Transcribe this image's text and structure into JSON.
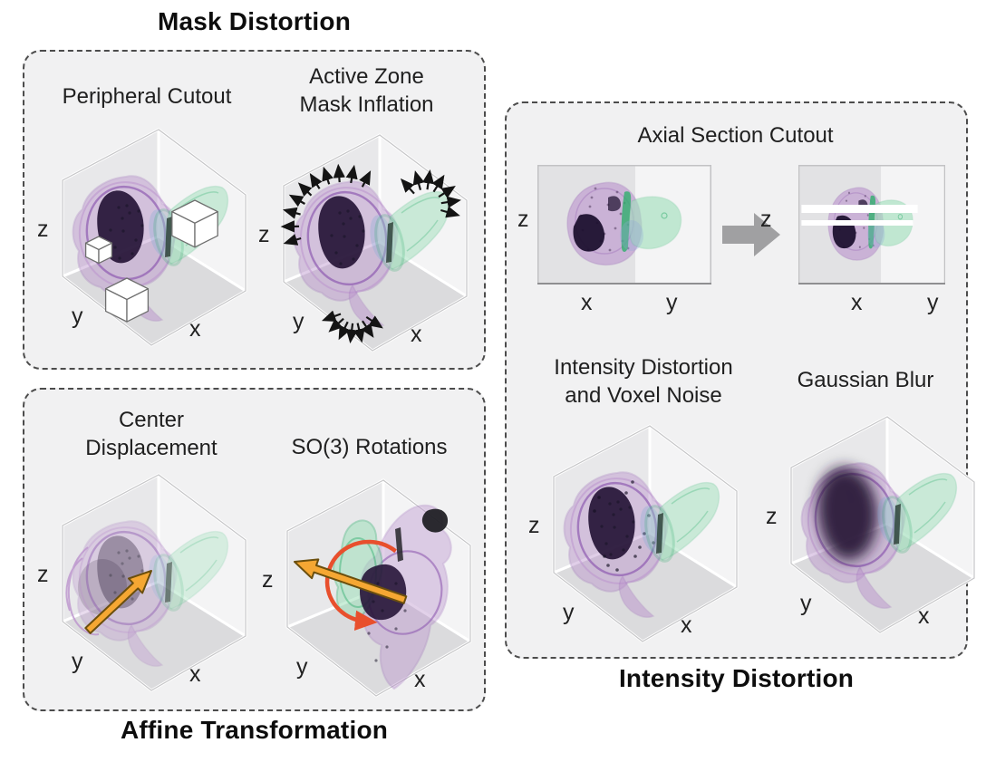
{
  "colors": {
    "panel_bg": "#f1f1f2",
    "dash_border": "#4c4c4c",
    "wall_left": "#e8e8ea",
    "wall_right": "#f4f4f5",
    "floor": "#dbdbdd",
    "purple_light": "#bb93cd",
    "purple_mid": "#8f5bb0",
    "purple_dark": "#271538",
    "green_light": "#9fdfba",
    "green_mid": "#2fae6d",
    "orange_arrow": "#f5a733",
    "red_arrow": "#e84f2d",
    "gray_arrow": "#a0a0a2",
    "cube_white": "#ffffff"
  },
  "panels": {
    "mask": {
      "title": "Mask Distortion",
      "items": [
        {
          "label": [
            "Peripheral Cutout"
          ],
          "variant": "peripheral-cutout",
          "axes": {
            "z": "z",
            "y": "y",
            "x": "x"
          }
        },
        {
          "label": [
            "Active Zone",
            "Mask Inflation"
          ],
          "variant": "active-zone-inflation",
          "axes": {
            "z": "z",
            "y": "y",
            "x": "x"
          }
        }
      ]
    },
    "affine": {
      "title": "Affine Transformation",
      "items": [
        {
          "label": [
            "Center",
            "Displacement"
          ],
          "variant": "center-displacement",
          "axes": {
            "z": "z",
            "y": "y",
            "x": "x"
          }
        },
        {
          "label": [
            "SO(3) Rotations"
          ],
          "variant": "so3-rotations",
          "axes": {
            "z": "z",
            "y": "y",
            "x": "x"
          }
        }
      ]
    },
    "intensity": {
      "title": "Intensity Distortion",
      "axial": {
        "label": [
          "Axial Section Cutout"
        ],
        "arrow_icon": "right-arrow",
        "views": [
          {
            "variant": "axial-before",
            "axes": {
              "z": "z",
              "x": "x",
              "y": "y"
            }
          },
          {
            "variant": "axial-after",
            "axes": {
              "z": "z",
              "x": "x",
              "y": "y"
            }
          }
        ]
      },
      "items": [
        {
          "label": [
            "Intensity Distortion",
            "and Voxel Noise"
          ],
          "variant": "voxel-noise",
          "axes": {
            "z": "z",
            "y": "y",
            "x": "x"
          }
        },
        {
          "label": [
            "Gaussian Blur"
          ],
          "variant": "gaussian-blur",
          "axes": {
            "z": "z",
            "y": "y",
            "x": "x"
          }
        }
      ]
    }
  }
}
